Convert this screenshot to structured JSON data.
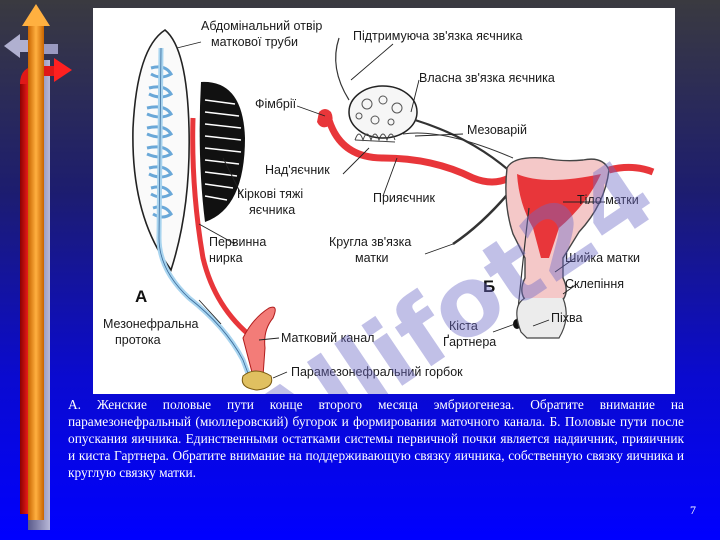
{
  "figure": {
    "labels": {
      "abdominal_opening": [
        "Абдомінальний отвір",
        "маткової труби"
      ],
      "suspensory_ligament": "Підтримуюча зв'язка яєчника",
      "ovarian_ligament": "Власна зв'язка яєчника",
      "fimbriae": "Фімбрії",
      "mesovarium": "Мезоварій",
      "epoophoron": "Над'яєчник",
      "cortical_cords": [
        "Кіркові тяжі",
        "яєчника"
      ],
      "paroophoron": "Прияєчник",
      "uterus_body": "Тіло матки",
      "primary_kidney": [
        "Первинна",
        "нирка"
      ],
      "round_ligament": [
        "Кругла зв'язка",
        "матки"
      ],
      "cervix": "Шийка матки",
      "vault": "Склепіння",
      "panel_a": "А",
      "panel_b": "Б",
      "mesonephric_duct": [
        "Мезонефральна",
        "протока"
      ],
      "uterine_canal": "Матковий канал",
      "gartner_cyst": [
        "Кіста",
        "Ґартнера"
      ],
      "vagina": "Піхва",
      "paramesonephric_tubercle": "Парамезонефральний горбок"
    },
    "watermark": "Allifot24"
  },
  "caption": "А. Женские половые пути конце второго месяца эмбриогенеза. Обратите внимание на парамезонефральный (мюллеровский) бугорок и формирования маточного канала. Б. Половые пути после опускания яичника. Единственными остатками системы первичной почки является надяичник, прияичник и киста Гартнера. Обратите внимание на поддерживающую связку яичника, собственную связку яичника и круглую связку матки.",
  "page_number": "7",
  "colors": {
    "uterine_red": "#e8363a",
    "duct_blue": "#a8d4ef",
    "slide_blue": "#0000ff",
    "arrow_orange": "#f59a23"
  }
}
